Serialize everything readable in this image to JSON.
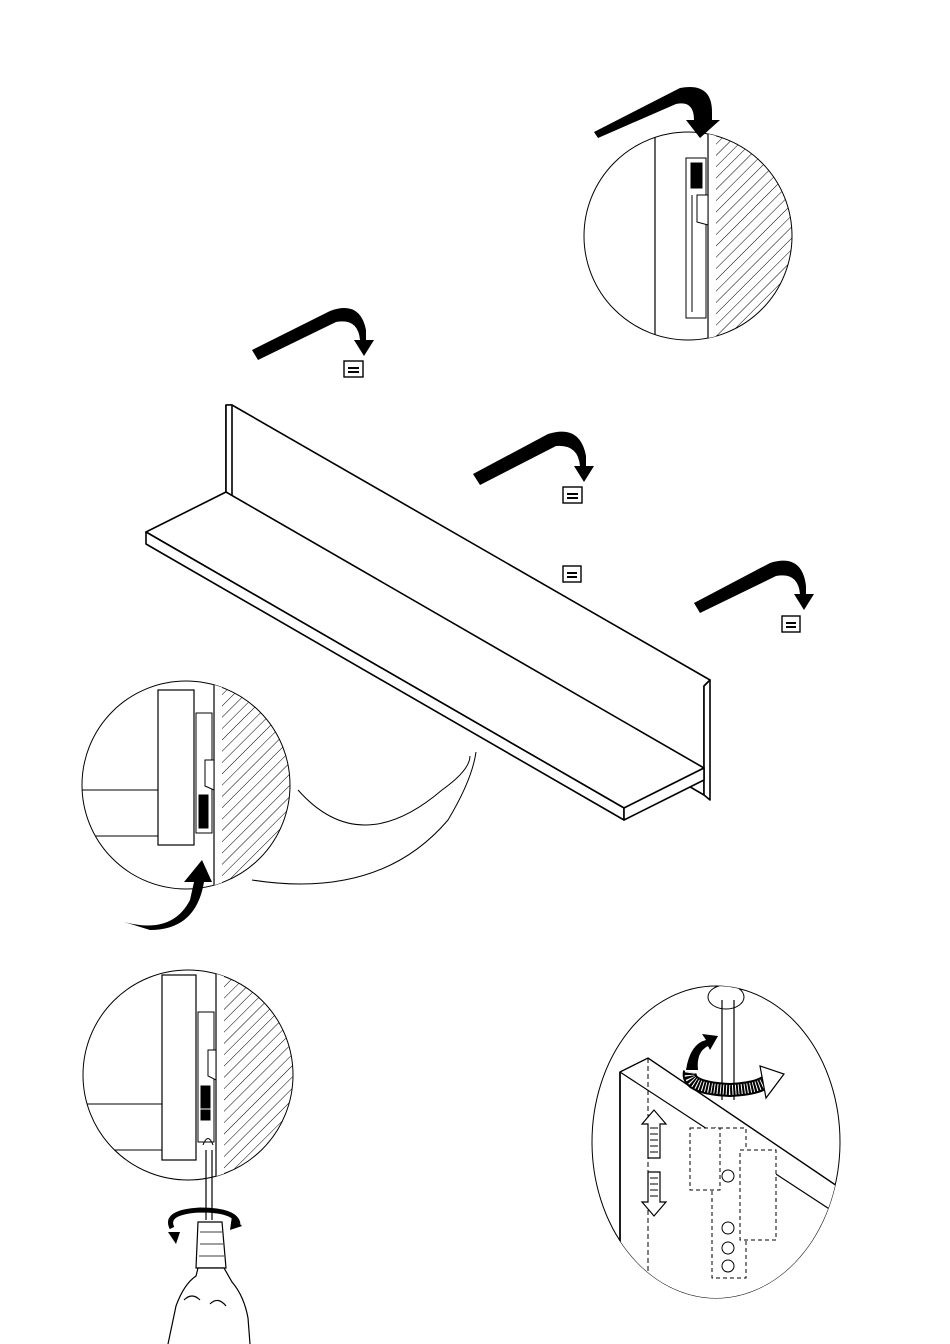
{
  "document": {
    "type": "assembly-instruction-sheet",
    "text_content": [],
    "colors": {
      "ink": "#000000",
      "paper": "#ffffff"
    },
    "figures": [
      {
        "name": "wall-shelf",
        "icon": "shelf-isometric"
      },
      {
        "name": "hanging-brackets",
        "icon": "wall-hook-bracket",
        "count": 4
      },
      {
        "name": "hang-detail",
        "icon": "magnified-circle-detail"
      },
      {
        "name": "lift-detail",
        "icon": "magnified-circle-detail"
      },
      {
        "name": "screw-adjust-detail",
        "icon": "magnified-circle-detail"
      },
      {
        "name": "bracket-adjust-detail",
        "icon": "magnified-circle-detail"
      }
    ]
  }
}
